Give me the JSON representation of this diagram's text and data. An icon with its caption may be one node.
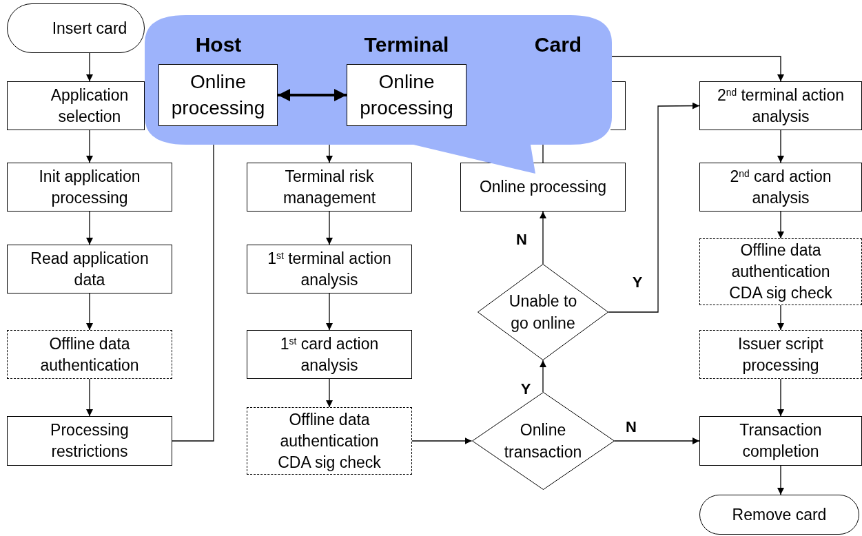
{
  "diagram": {
    "nodes": [
      {
        "text": [
          "Insert card"
        ]
      },
      {
        "text": [
          "Application selection"
        ]
      },
      {
        "text": [
          "Init application processing"
        ]
      },
      {
        "text": [
          "Read application data"
        ]
      },
      {
        "text": [
          "Offline data authentication"
        ]
      },
      {
        "text": [
          "Processing restrictions"
        ]
      },
      {
        "text": [
          "Terminal risk management"
        ]
      },
      {
        "text": [
          "1$^{st}$ terminal action analysis"
        ]
      },
      {
        "text": [
          "1$^{st}$ card action analysis"
        ]
      },
      {
        "text": [
          "Offline data authentication CDA sig check"
        ]
      },
      {
        "text": [
          "Online processing"
        ]
      },
      {
        "text": [
          "Unable to go online"
        ]
      },
      {
        "text": [
          "Online transaction"
        ]
      },
      {
        "text": [
          "2$^{nd}$ terminal action analysis"
        ]
      },
      {
        "text": [
          "2$^{nd}$ card action analysis"
        ]
      },
      {
        "text": [
          "Offline data authentication CDA sig check"
        ]
      },
      {
        "text": [
          "Issuer script processing"
        ]
      },
      {
        "text": [
          "Transaction completion"
        ]
      },
      {
        "text": [
          "Remove card"
        ]
      },
      {
        "text": [
          "Host",
          "Terminal",
          "Card"
        ]
      },
      {
        "text": [
          "Online processing"
        ],
        "in": 19
      },
      {
        "text": [
          "Online processing"
        ],
        "in": 19
      }
    ],
    "edges": [
      {
        "from": 0,
        "to": 1,
        "arrow": "to"
      },
      {
        "from": 1,
        "to": 2,
        "arrow": "to"
      },
      {
        "from": 2,
        "to": 3,
        "arrow": "to"
      },
      {
        "from": 3,
        "to": 4,
        "arrow": "to"
      },
      {
        "from": 4,
        "to": 5,
        "arrow": "to"
      },
      {
        "from": 5,
        "to": 19,
        "arrow": "none"
      },
      {
        "from": 19,
        "to": 6,
        "arrow": "to"
      },
      {
        "from": 6,
        "to": 7,
        "arrow": "to"
      },
      {
        "from": 7,
        "to": 8,
        "arrow": "to"
      },
      {
        "from": 8,
        "to": 9,
        "arrow": "to"
      },
      {
        "from": 9,
        "to": 12,
        "arrow": "to"
      },
      {
        "from": 12,
        "to": 11,
        "arrow": "to",
        "label": "Y"
      },
      {
        "from": 12,
        "to": 17,
        "arrow": "to",
        "label": "N"
      },
      {
        "from": 11,
        "to": 10,
        "arrow": "to",
        "label": "N"
      },
      {
        "from": 11,
        "to": 13,
        "arrow": "to",
        "label": "Y"
      },
      {
        "from": 10,
        "to": 19,
        "arrow": "none"
      },
      {
        "from": 19,
        "to": 13,
        "arrow": "to"
      },
      {
        "from": 13,
        "to": 14,
        "arrow": "to"
      },
      {
        "from": 14,
        "to": 15,
        "arrow": "to"
      },
      {
        "from": 15,
        "to": 16,
        "arrow": "to"
      },
      {
        "from": 16,
        "to": 17,
        "arrow": "to"
      },
      {
        "from": 17,
        "to": 18,
        "arrow": "to"
      },
      {
        "from": 20,
        "to": 21,
        "arrow": "both",
        "style": "thick"
      }
    ]
  }
}
